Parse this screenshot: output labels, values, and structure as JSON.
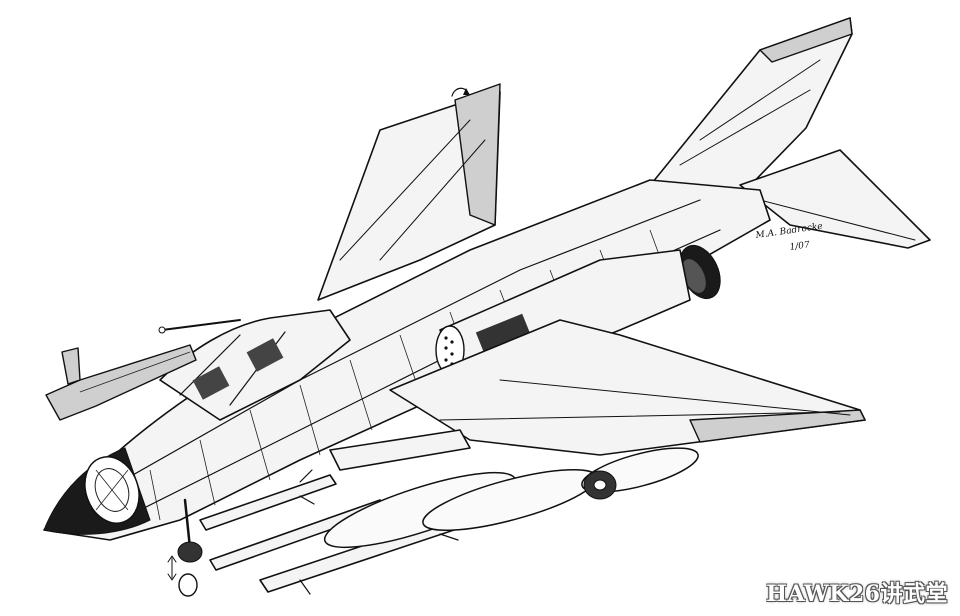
{
  "signature": {
    "line1": "M.A. Badrocke",
    "line2": "1/07"
  },
  "watermark": {
    "text": "HAWK26讲武堂"
  }
}
